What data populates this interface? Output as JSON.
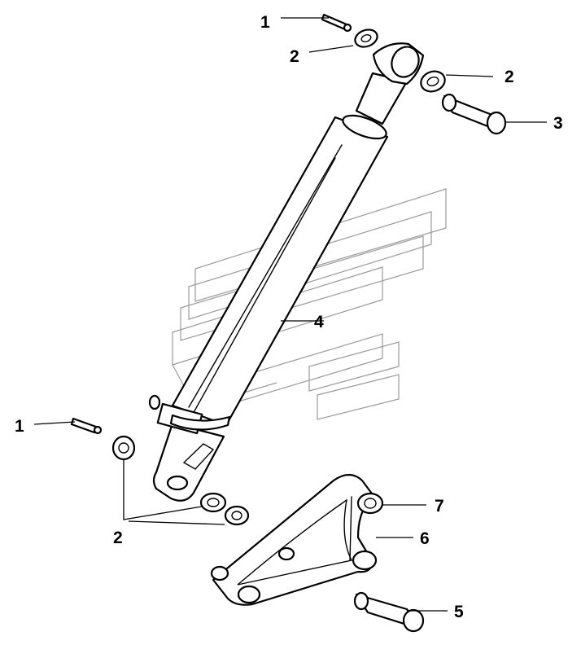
{
  "callouts": {
    "c1_top": "1",
    "c2_top_left": "2",
    "c2_top_right": "2",
    "c3": "3",
    "c4": "4",
    "c1_left": "1",
    "c2_bottom": "2",
    "c7": "7",
    "c6": "6",
    "c5": "5"
  }
}
